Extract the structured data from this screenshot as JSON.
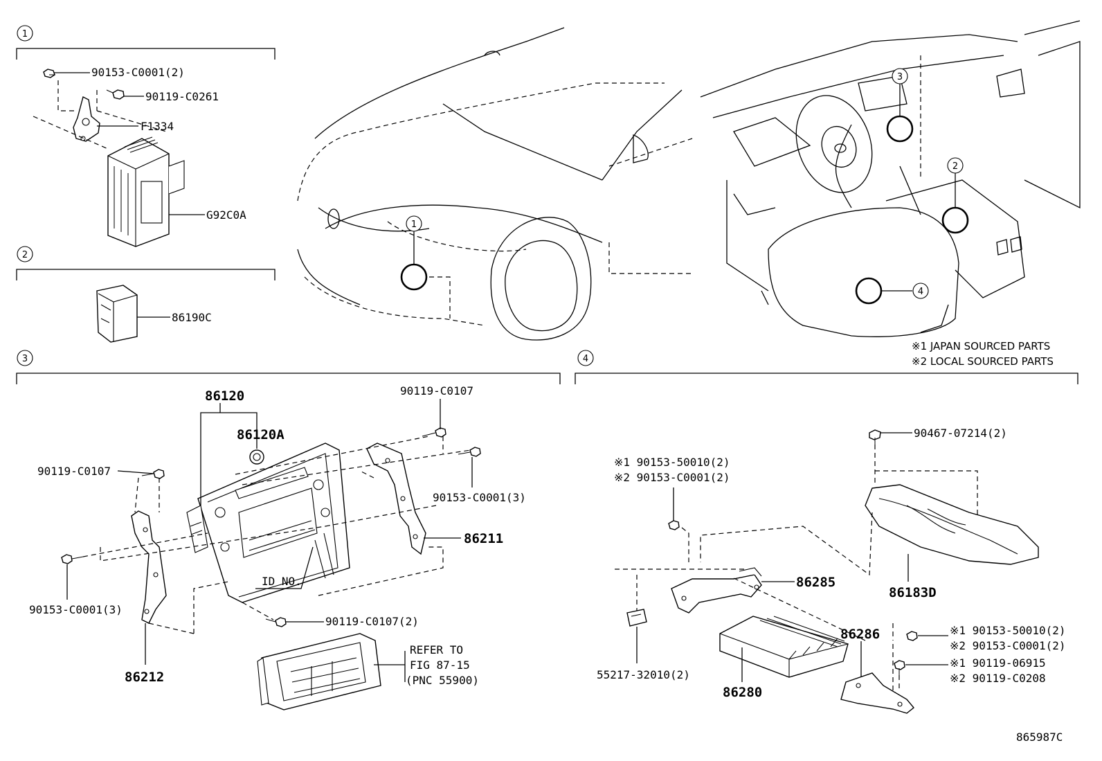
{
  "sections": {
    "s1": {
      "num": "1"
    },
    "s2": {
      "num": "2"
    },
    "s3": {
      "num": "3"
    },
    "s4": {
      "num": "4"
    }
  },
  "callouts": {
    "front": "1",
    "panel": "3",
    "console": "2",
    "seat": "4"
  },
  "parts": {
    "s1": {
      "p1": "90153-C0001(2)",
      "p2": "90119-C0261",
      "p3": "F1334",
      "p4": "G92C0A"
    },
    "s2": {
      "p1": "86190C"
    },
    "s3": {
      "p1": "86120",
      "p2": "86120A",
      "p3": "90119-C0107",
      "p4": "90119-C0107",
      "p5": "90153-C0001(3)",
      "p6": "86211",
      "p7": "90153-C0001(3)",
      "p8": "90119-C0107(2)",
      "p9": "86212",
      "id_no": "ID NO.",
      "refer1": "REFER TO",
      "refer2": "FIG 87-15",
      "refer3": "(PNC 55900)"
    },
    "s4": {
      "p1": "90467-07214(2)",
      "p2a": "※1 90153-50010(2)",
      "p2b": "※2 90153-C0001(2)",
      "p3": "86285",
      "p4": "86183D",
      "p5": "86286",
      "p6a": "※1 90153-50010(2)",
      "p6b": "※2 90153-C0001(2)",
      "p7a": "※1 90119-06915",
      "p7b": "※2 90119-C0208",
      "p8": "55217-32010(2)",
      "p9": "86280"
    }
  },
  "notes": {
    "n1": "※1 JAPAN SOURCED PARTS",
    "n2": "※2 LOCAL SOURCED PARTS"
  },
  "figure_code": "865987C"
}
